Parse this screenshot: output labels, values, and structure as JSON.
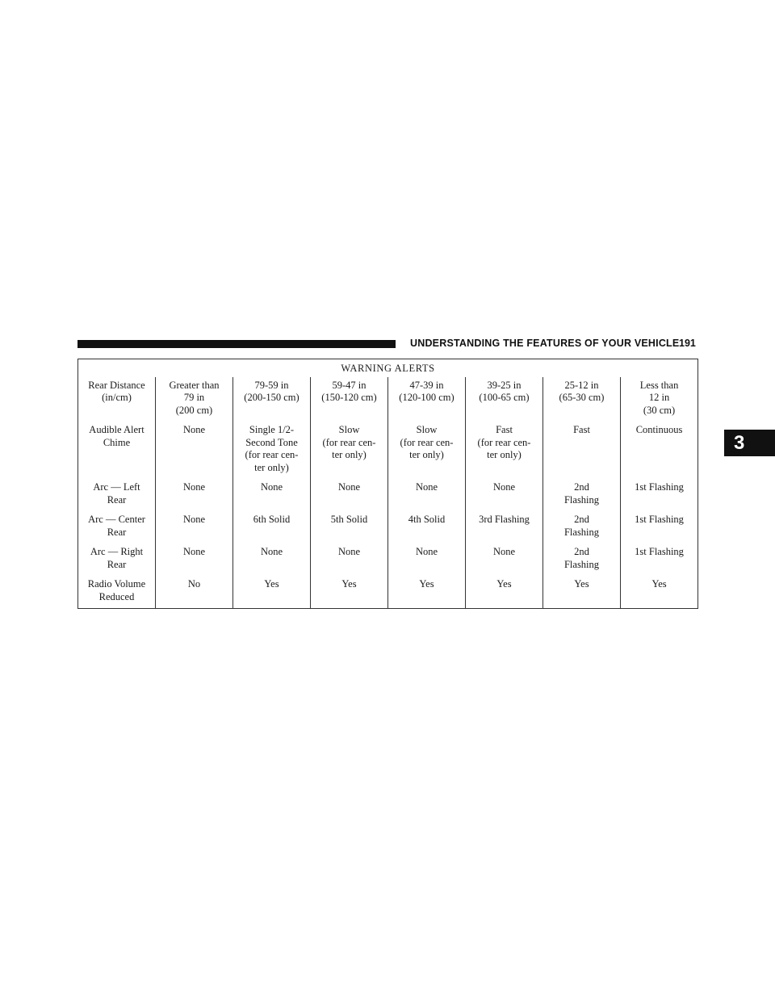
{
  "header": {
    "title": "UNDERSTANDING THE FEATURES OF YOUR VEHICLE",
    "page_number": "191"
  },
  "chapter_tab": "3",
  "table": {
    "caption": "WARNING ALERTS",
    "rows": [
      {
        "label": [
          "Rear Distance",
          "(in/cm)"
        ],
        "cells": [
          [
            "Greater than",
            "79 in",
            "(200 cm)"
          ],
          [
            "79-59 in",
            "(200-150 cm)"
          ],
          [
            "59-47 in",
            "(150-120 cm)"
          ],
          [
            "47-39 in",
            "(120-100 cm)"
          ],
          [
            "39-25 in",
            "(100-65 cm)"
          ],
          [
            "25-12 in",
            "(65-30 cm)"
          ],
          [
            "Less than",
            "12 in",
            "(30 cm)"
          ]
        ]
      },
      {
        "label": [
          "Audible Alert",
          "Chime"
        ],
        "cells": [
          [
            "None"
          ],
          [
            "Single 1/2-",
            "Second Tone",
            "(for rear cen-",
            "ter only)"
          ],
          [
            "Slow",
            "(for rear cen-",
            "ter only)"
          ],
          [
            "Slow",
            "(for rear cen-",
            "ter only)"
          ],
          [
            "Fast",
            "(for rear cen-",
            "ter only)"
          ],
          [
            "Fast"
          ],
          [
            "Continuous"
          ]
        ]
      },
      {
        "label": [
          "Arc — Left",
          "Rear"
        ],
        "cells": [
          [
            "None"
          ],
          [
            "None"
          ],
          [
            "None"
          ],
          [
            "None"
          ],
          [
            "None"
          ],
          [
            "2nd",
            "Flashing"
          ],
          [
            "1st Flashing"
          ]
        ]
      },
      {
        "label": [
          "Arc — Center",
          "Rear"
        ],
        "cells": [
          [
            "None"
          ],
          [
            "6th Solid"
          ],
          [
            "5th Solid"
          ],
          [
            "4th Solid"
          ],
          [
            "3rd Flashing"
          ],
          [
            "2nd",
            "Flashing"
          ],
          [
            "1st Flashing"
          ]
        ]
      },
      {
        "label": [
          "Arc — Right",
          "Rear"
        ],
        "cells": [
          [
            "None"
          ],
          [
            "None"
          ],
          [
            "None"
          ],
          [
            "None"
          ],
          [
            "None"
          ],
          [
            "2nd",
            "Flashing"
          ],
          [
            "1st Flashing"
          ]
        ]
      },
      {
        "label": [
          "Radio Volume",
          "Reduced"
        ],
        "cells": [
          [
            "No"
          ],
          [
            "Yes"
          ],
          [
            "Yes"
          ],
          [
            "Yes"
          ],
          [
            "Yes"
          ],
          [
            "Yes"
          ],
          [
            "Yes"
          ]
        ]
      }
    ]
  }
}
